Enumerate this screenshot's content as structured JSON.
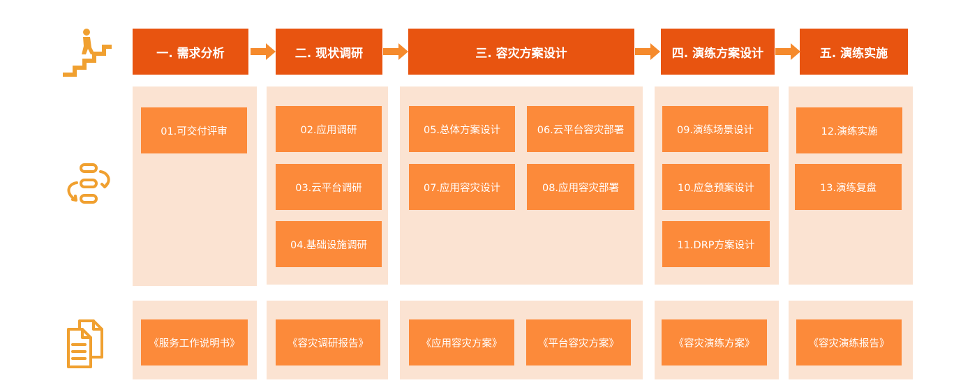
{
  "phases": [
    {
      "label": "一. 需求分析"
    },
    {
      "label": "二. 现状调研"
    },
    {
      "label": "三. 容灾方案设计"
    },
    {
      "label": "四. 演练方案设计"
    },
    {
      "label": "五. 演练实施"
    }
  ],
  "tasks": [
    "01.可交付评审",
    "02.应用调研",
    "03.云平台调研",
    "04.基础设施调研",
    "05.总体方案设计",
    "06.云平台容灾部署",
    "07.应用容灾设计",
    "08.应用容灾部署",
    "09.演练场景设计",
    "10.应急预案设计",
    "11.DRP方案设计",
    "12.演练实施",
    "13.演练复盘"
  ],
  "deliverables": [
    "《服务工作说明书》",
    "《容灾调研报告》",
    "《应用容灾方案》",
    "《平台容灾方案》",
    "《容灾演练方案》",
    "《容灾演练报告》"
  ],
  "icons": {
    "row1": "stairs-climbing-person-icon",
    "row2": "workflow-cycle-icon",
    "row3": "documents-icon"
  },
  "colors": {
    "phase_header": "#e85410",
    "arrow": "#f58a2c",
    "panel": "#fbe3d2",
    "task": "#fc8a3a",
    "icon": "#f0a030"
  }
}
